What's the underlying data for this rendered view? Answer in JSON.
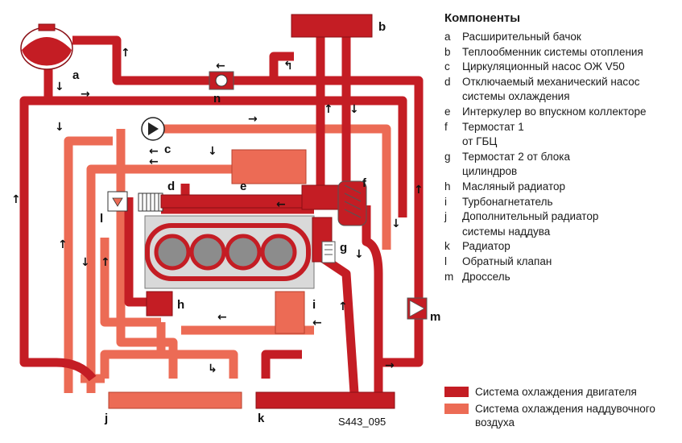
{
  "legend": {
    "title": "Компоненты",
    "items": [
      {
        "key": "a",
        "text": "Расширительный бачок"
      },
      {
        "key": "b",
        "text": "Теплообменник системы отопления"
      },
      {
        "key": "c",
        "text": "Циркуляционный насос ОЖ V50"
      },
      {
        "key": "d",
        "text": "Отключаемый механический насос системы охлаждения"
      },
      {
        "key": "e",
        "text": "Интеркулер во впускном коллекторе"
      },
      {
        "key": "f",
        "text": "Термостат 1 от ГБЦ"
      },
      {
        "key": "g",
        "text": "Термостат 2 от блока цилиндров"
      },
      {
        "key": "h",
        "text": "Масляный радиатор"
      },
      {
        "key": "i",
        "text": "Турбонагнетатель"
      },
      {
        "key": "j",
        "text": "Дополнительный радиатор системы наддува"
      },
      {
        "key": "k",
        "text": "Радиатор"
      },
      {
        "key": "l",
        "text": "Обратный клапан"
      },
      {
        "key": "m",
        "text": "Дроссель"
      }
    ]
  },
  "key": {
    "engine": "Система охлаждения двигателя",
    "boost": "Система охлаждения наддувочного воздуха"
  },
  "diagram": {
    "code": "S443_095",
    "labels": {
      "a": "a",
      "b": "b",
      "c": "c",
      "d": "d",
      "e": "e",
      "f": "f",
      "g": "g",
      "h": "h",
      "i": "i",
      "j": "j",
      "k": "k",
      "l": "l",
      "m": "m",
      "n": "n"
    }
  },
  "colors": {
    "engine_circuit": "#c41d24",
    "boost_circuit": "#ec6b55"
  }
}
